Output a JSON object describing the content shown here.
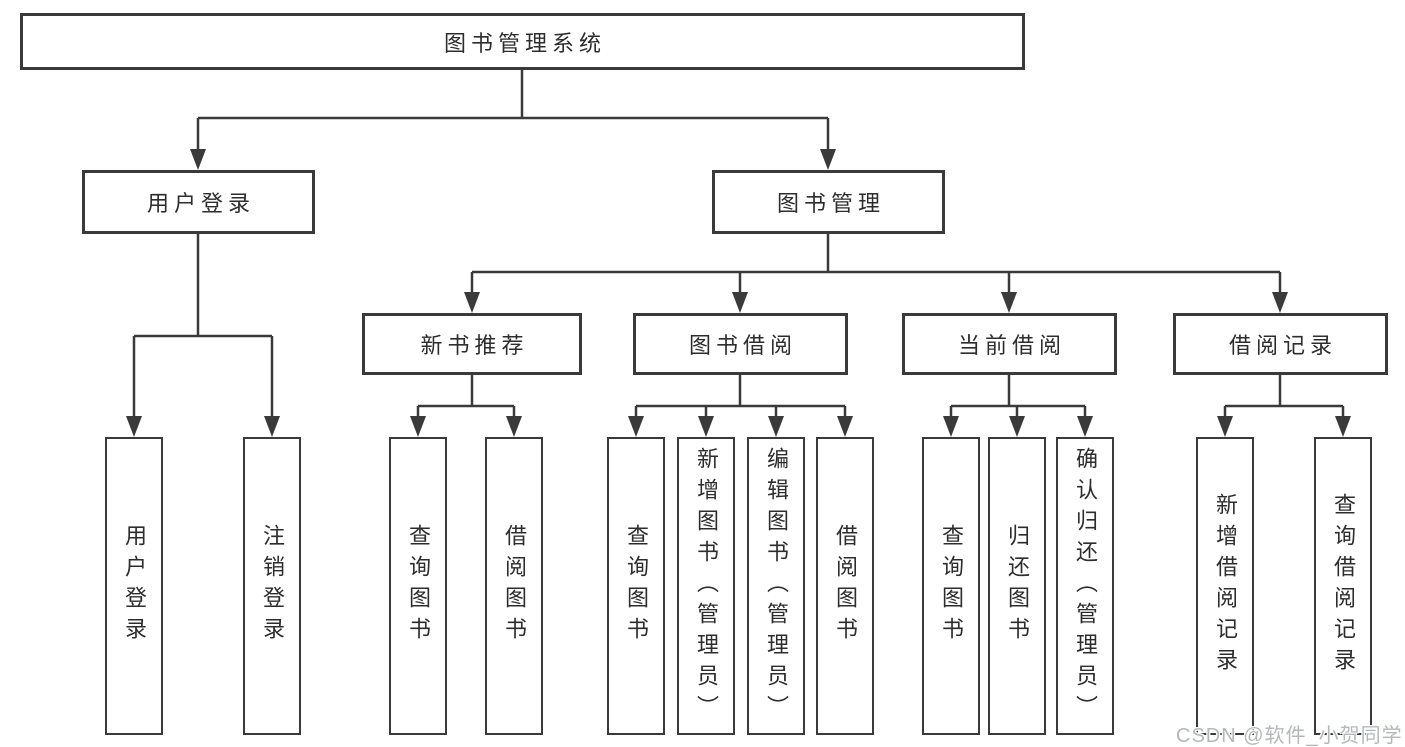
{
  "diagram": {
    "root": "图书管理系统",
    "level2": [
      "用户登录",
      "图书管理"
    ],
    "level3": [
      "新书推荐",
      "图书借阅",
      "当前借阅",
      "借阅记录"
    ],
    "leaves": [
      "用户登录",
      "注销登录",
      "查询图书",
      "借阅图书",
      "查询图书",
      "新增图书（管理员）",
      "编辑图书（管理员）",
      "借阅图书",
      "查询图书",
      "归还图书",
      "确认归还（管理员）",
      "新增借阅记录",
      "查询借阅记录"
    ]
  },
  "colors": {
    "line": "#3a3a3a",
    "text": "#2d2d2d",
    "watermark": "#b4b7bc",
    "background": "#ffffff"
  },
  "watermark": "CSDN @软件_小贺同学"
}
